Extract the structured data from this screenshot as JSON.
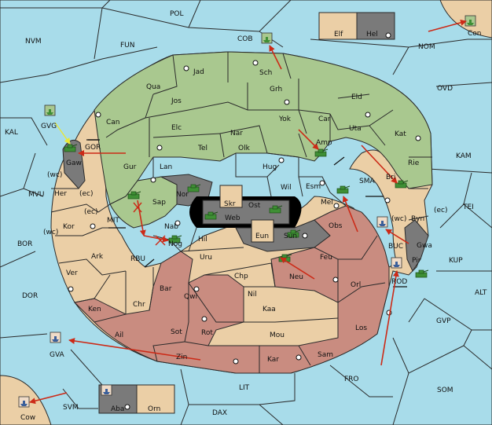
{
  "colors": {
    "sea": "#a8dcea",
    "green_power": "#a9c88f",
    "tan_power": "#ebcfa6",
    "red_power": "#c98c80",
    "impassable": "#7a7a7a",
    "lake": "#000000",
    "arrow": "#cc2a17",
    "support": "#e8e836",
    "unit_green": "#3f8f35"
  },
  "sea_zones": [
    {
      "id": "pol",
      "label": "POL"
    },
    {
      "id": "nvm",
      "label": "NVM"
    },
    {
      "id": "fun",
      "label": "FUN"
    },
    {
      "id": "cob",
      "label": "COB"
    },
    {
      "id": "nom",
      "label": "NOM"
    },
    {
      "id": "ovd",
      "label": "OVD"
    },
    {
      "id": "kal",
      "label": "KAL"
    },
    {
      "id": "kam",
      "label": "KAM"
    },
    {
      "id": "mvu",
      "label": "MVU"
    },
    {
      "id": "tei",
      "label": "TEI"
    },
    {
      "id": "bor",
      "label": "BOR"
    },
    {
      "id": "kup",
      "label": "KUP"
    },
    {
      "id": "dor",
      "label": "DOR"
    },
    {
      "id": "alt",
      "label": "ALT"
    },
    {
      "id": "gvp",
      "label": "GVP"
    },
    {
      "id": "gva",
      "label": "GVA"
    },
    {
      "id": "fro",
      "label": "FRO"
    },
    {
      "id": "som",
      "label": "SOM"
    },
    {
      "id": "svm",
      "label": "SVM"
    },
    {
      "id": "lit",
      "label": "LIT"
    },
    {
      "id": "dax",
      "label": "DAX"
    },
    {
      "id": "con",
      "label": "Con"
    },
    {
      "id": "cow",
      "label": "Cow"
    },
    {
      "id": "gvg",
      "label": "GVG"
    },
    {
      "id": "gor",
      "label": "GOR"
    },
    {
      "id": "mit",
      "label": "MIT"
    },
    {
      "id": "rbu",
      "label": "RBU"
    },
    {
      "id": "sma",
      "label": "SMA"
    },
    {
      "id": "buc",
      "label": "BUC"
    },
    {
      "id": "rod",
      "label": "ROD"
    }
  ],
  "provinces": [
    {
      "id": "jad",
      "label": "Jad"
    },
    {
      "id": "sch",
      "label": "Sch"
    },
    {
      "id": "qua",
      "label": "Qua"
    },
    {
      "id": "jos",
      "label": "Jos"
    },
    {
      "id": "grh",
      "label": "Grh"
    },
    {
      "id": "eld",
      "label": "Eld"
    },
    {
      "id": "can",
      "label": "Can"
    },
    {
      "id": "yok",
      "label": "Yok"
    },
    {
      "id": "car",
      "label": "Car"
    },
    {
      "id": "uta",
      "label": "Uta"
    },
    {
      "id": "kat",
      "label": "Kat"
    },
    {
      "id": "elc",
      "label": "Elc"
    },
    {
      "id": "nar",
      "label": "Nar"
    },
    {
      "id": "amp",
      "label": "Amp"
    },
    {
      "id": "tel",
      "label": "Tel"
    },
    {
      "id": "olk",
      "label": "Olk"
    },
    {
      "id": "gaw",
      "label": "Gaw"
    },
    {
      "id": "gur",
      "label": "Gur"
    },
    {
      "id": "lan",
      "label": "Lan"
    },
    {
      "id": "hug",
      "label": "Hug"
    },
    {
      "id": "rie",
      "label": "Rie"
    },
    {
      "id": "bri",
      "label": "Bri"
    },
    {
      "id": "her",
      "label": "Her"
    },
    {
      "id": "nor",
      "label": "Nor"
    },
    {
      "id": "wil",
      "label": "Wil"
    },
    {
      "id": "esm",
      "label": "Esm"
    },
    {
      "id": "skr",
      "label": "Skr"
    },
    {
      "id": "sap",
      "label": "Sap"
    },
    {
      "id": "ost",
      "label": "Ost"
    },
    {
      "id": "web",
      "label": "Web"
    },
    {
      "id": "mel",
      "label": "Mel"
    },
    {
      "id": "byn",
      "label": "Byn"
    },
    {
      "id": "kor",
      "label": "Kor"
    },
    {
      "id": "nab",
      "label": "Nab"
    },
    {
      "id": "eun",
      "label": "Eun"
    },
    {
      "id": "sun",
      "label": "Sun"
    },
    {
      "id": "obs",
      "label": "Obs"
    },
    {
      "id": "gwa",
      "label": "Gwa"
    },
    {
      "id": "hil",
      "label": "Hil"
    },
    {
      "id": "nog",
      "label": "Nog"
    },
    {
      "id": "ark",
      "label": "Ark"
    },
    {
      "id": "uru",
      "label": "Uru"
    },
    {
      "id": "feu",
      "label": "Feu"
    },
    {
      "id": "pir",
      "label": "Pir"
    },
    {
      "id": "ver",
      "label": "Ver"
    },
    {
      "id": "chp",
      "label": "Chp"
    },
    {
      "id": "neu",
      "label": "Neu"
    },
    {
      "id": "orl",
      "label": "Orl"
    },
    {
      "id": "bar",
      "label": "Bar"
    },
    {
      "id": "qwi",
      "label": "Qwi"
    },
    {
      "id": "nil",
      "label": "Nil"
    },
    {
      "id": "ken",
      "label": "Ken"
    },
    {
      "id": "chr",
      "label": "Chr"
    },
    {
      "id": "kaa",
      "label": "Kaa"
    },
    {
      "id": "los",
      "label": "Los"
    },
    {
      "id": "ail",
      "label": "Ail"
    },
    {
      "id": "sot",
      "label": "Sot"
    },
    {
      "id": "rot",
      "label": "Rot"
    },
    {
      "id": "mou",
      "label": "Mou"
    },
    {
      "id": "zin",
      "label": "Zin"
    },
    {
      "id": "kar",
      "label": "Kar"
    },
    {
      "id": "sam",
      "label": "Sam"
    },
    {
      "id": "elf",
      "label": "Elf"
    },
    {
      "id": "hel",
      "label": "Hel"
    },
    {
      "id": "aba",
      "label": "Aba"
    },
    {
      "id": "orn",
      "label": "Orn"
    }
  ],
  "coast_labels": [
    {
      "id": "wc1",
      "label": "(wc)"
    },
    {
      "id": "ec1",
      "label": "(ec)"
    },
    {
      "id": "ec2",
      "label": "(ec)"
    },
    {
      "id": "wc2",
      "label": "(wc)"
    },
    {
      "id": "wc3",
      "label": "(wc)"
    },
    {
      "id": "ec3",
      "label": "(ec)"
    }
  ]
}
